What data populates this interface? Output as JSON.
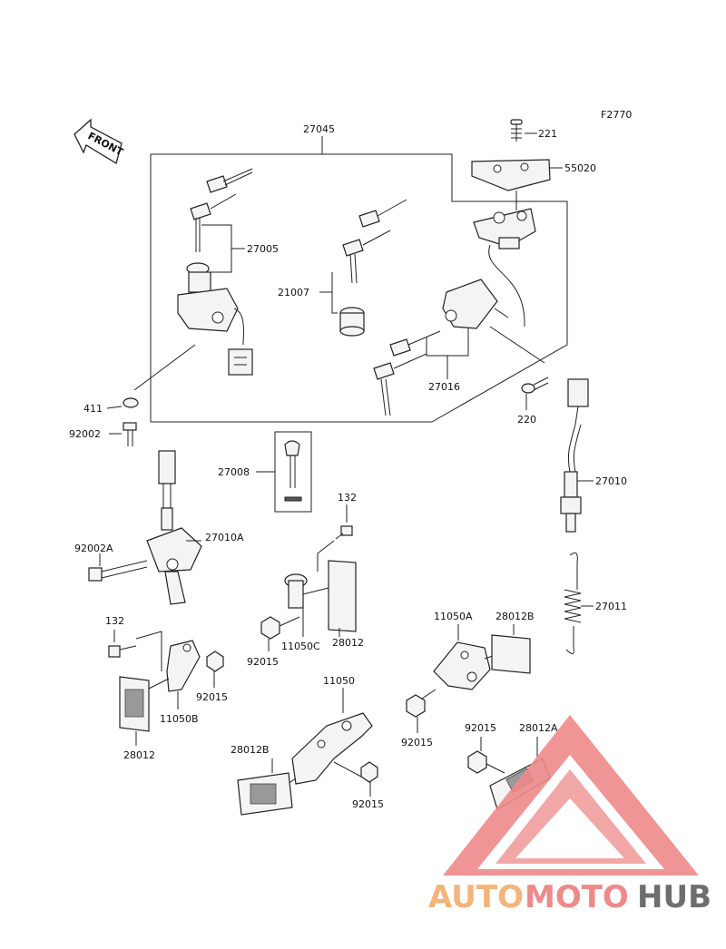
{
  "figure_code": "F2770",
  "front_label": "FRONT",
  "watermark": {
    "auto": "AUTO",
    "moto": "MOTO",
    "hub": "HUB"
  },
  "parts": {
    "p27045": "27045",
    "p221": "221",
    "p55020": "55020",
    "p27005": "27005",
    "p21007": "21007",
    "p27016": "27016",
    "p411": "411",
    "p92002": "92002",
    "p220": "220",
    "p27008": "27008",
    "p27010": "27010",
    "p27010A": "27010A",
    "p92002A": "92002A",
    "p132a": "132",
    "p11050C": "11050C",
    "p28012a": "28012",
    "p92015a": "92015",
    "p27011": "27011",
    "p11050A": "11050A",
    "p28012B_a": "28012B",
    "p132b": "132",
    "p92015b": "92015",
    "p11050B": "11050B",
    "p28012b": "28012",
    "p11050": "11050",
    "p92015c": "92015",
    "p28012B_b": "28012B",
    "p92015d": "92015",
    "p92015e": "92015",
    "p28012A": "28012A"
  }
}
